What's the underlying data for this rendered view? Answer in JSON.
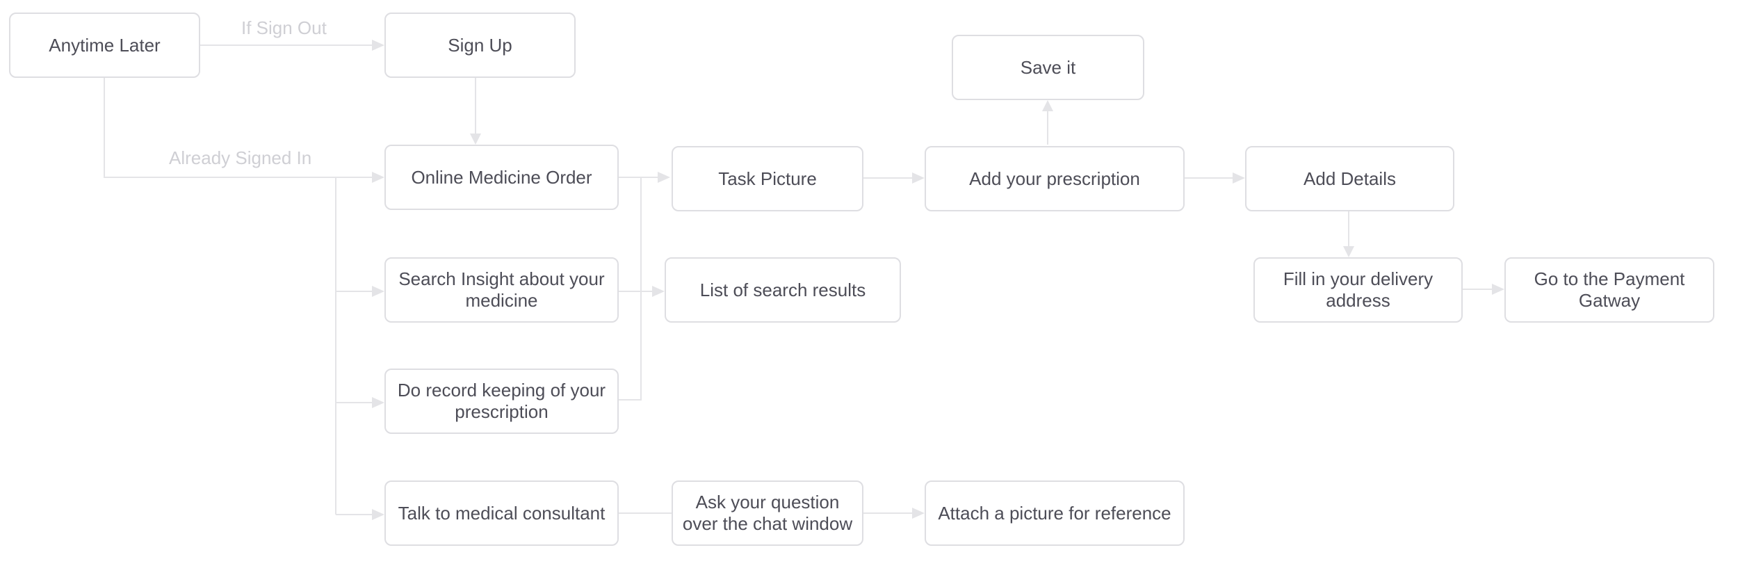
{
  "nodes": {
    "anytime_later": "Anytime Later",
    "sign_up": "Sign Up",
    "online_medicine_order": "Online Medicine Order",
    "search_insight": "Search Insight about your medicine",
    "record_keeping": "Do record keeping of your prescription",
    "talk_consultant": "Talk to medical consultant",
    "task_picture": "Task Picture",
    "list_search_results": "List of search results",
    "ask_question": "Ask your question over the chat window",
    "add_prescription": "Add your prescription",
    "save_it": "Save it",
    "attach_picture": "Attach a picture for reference",
    "add_details": "Add Details",
    "fill_delivery": "Fill in your delivery address",
    "payment_gateway": "Go to the Payment Gatway"
  },
  "edge_labels": {
    "if_sign_out": "If Sign Out",
    "already_signed_in": "Already Signed In"
  }
}
